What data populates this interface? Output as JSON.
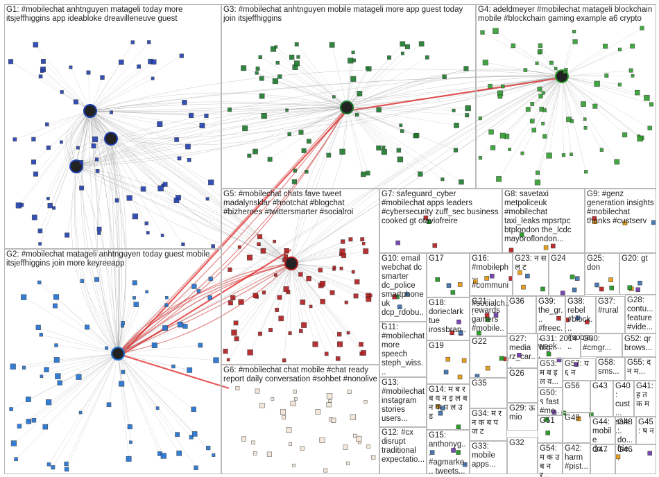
{
  "graph": {
    "groups": [
      {
        "id": "G1",
        "label": "G1: #mobilechat anhtnguyen matageli today more itsjeffhiggins app ideabloke dreavilleneuve guest",
        "color": "#1f3fb0"
      },
      {
        "id": "G2",
        "label": "G2: #mobilechat matageli anhtnguyen today guest mobile itsjeffhiggins join more keyreeapp",
        "color": "#1e6fd0"
      },
      {
        "id": "G3",
        "label": "G3: #mobilechat anhtnguyen mobile matageli more app guest today join itsjeffhiggins",
        "color": "#1a7a2a"
      },
      {
        "id": "G4",
        "label": "G4: adeldmeyer #mobilechat matageli blockchain mobile #blockchain gaming example a6 crypto",
        "color": "#2e9e2e"
      },
      {
        "id": "G5",
        "label": "G5: #mobilechat chats fave tweet madalynsklar #hootchat #blogchat #bizheroes #twittersmarter #socialroi",
        "color": "#b01c1c"
      },
      {
        "id": "G6",
        "label": "G6: #mobilechat chat mobile #chat ready report daily conversation #sohbet #nonolive",
        "color": "#d07020"
      },
      {
        "id": "G7",
        "label": "G7: safeguard_cyber #mobilechat apps leaders #cybersecurity zuff_sec business cooked gt otaviofreire",
        "color": "#e8a020"
      },
      {
        "id": "G8",
        "label": "G8: savetaxi metpoliceuk #mobilechat taxi_leaks mpsrtpc btplondon the_lcdc mayoroflondon...",
        "color": "#7a4ab0"
      },
      {
        "id": "G9",
        "label": "G9: #genz generation insights #mobilechat thanks #custserv",
        "color": "#4a7ab0"
      },
      {
        "id": "G10",
        "label": "G10: email webchat dc smarter dc_police smartphone uk dcp_rdobu...",
        "color": "#3b6bd6"
      },
      {
        "id": "G11",
        "label": "G11: #mobilechat more speech steph_wiss...",
        "color": "#888888"
      },
      {
        "id": "G12",
        "label": "G12: #cx disrupt traditional expectatio...",
        "color": "#888888"
      },
      {
        "id": "G13",
        "label": "G13: #mobilechat instagram stories users...",
        "color": "#888888"
      },
      {
        "id": "G14",
        "label": "G14: म ब र ब य न इ ल ब न क प ल उ ड",
        "color": "#c03030"
      },
      {
        "id": "G15",
        "label": "G15: anthonyg... #agmarke... tweets...",
        "color": "#888888"
      },
      {
        "id": "G16",
        "label": "G16: #mobileph... #communi... #socialch...",
        "color": "#888888"
      },
      {
        "id": "G17",
        "label": "G17",
        "color": "#888888"
      },
      {
        "id": "G18",
        "label": "G18: dorieclark tue irossbran...",
        "color": "#888888"
      },
      {
        "id": "G19",
        "label": "G19",
        "color": "#888888"
      },
      {
        "id": "G20",
        "label": "G20: gt",
        "color": "#888888"
      },
      {
        "id": "G21",
        "label": "G21: rewards gamers #mobile...",
        "color": "#888888"
      },
      {
        "id": "G22",
        "label": "G22",
        "color": "#888888"
      },
      {
        "id": "G23",
        "label": "G23: न स ल ट",
        "color": "#888888"
      },
      {
        "id": "G24",
        "label": "G24",
        "color": "#888888"
      },
      {
        "id": "G25",
        "label": "G25: don",
        "color": "#888888"
      },
      {
        "id": "G26",
        "label": "G26",
        "color": "#888888"
      },
      {
        "id": "G27",
        "label": "G27: media rz_car...",
        "color": "#888888"
      },
      {
        "id": "G28",
        "label": "G28: contu... feature #vide...",
        "color": "#888888"
      },
      {
        "id": "G29",
        "label": "G29: ऊ mio",
        "color": "#888888"
      },
      {
        "id": "G30",
        "label": "G30: #cmgr...",
        "color": "#888888"
      },
      {
        "id": "G31",
        "label": "G31: 2014 big...",
        "color": "#888888"
      },
      {
        "id": "G32",
        "label": "G32",
        "color": "#888888"
      },
      {
        "id": "G33",
        "label": "G33: mobile apps...",
        "color": "#888888"
      },
      {
        "id": "G34",
        "label": "G34: म र न क ब प ज ट",
        "color": "#888888"
      },
      {
        "id": "G35",
        "label": "G35",
        "color": "#888888"
      },
      {
        "id": "G36",
        "label": "G36",
        "color": "#888888"
      },
      {
        "id": "G37",
        "label": "G37: #rural",
        "color": "#888888"
      },
      {
        "id": "G38",
        "label": "G38: rebel #block... #socia...",
        "color": "#888888"
      },
      {
        "id": "G39",
        "label": "G39: the_gr... #freec... week...",
        "color": "#888888"
      },
      {
        "id": "G40",
        "label": "G40: cust... sale...",
        "color": "#888888"
      },
      {
        "id": "G41",
        "label": "G41: ह त क म",
        "color": "#888888"
      },
      {
        "id": "G42",
        "label": "G42: harm #pist...",
        "color": "#888888"
      },
      {
        "id": "G43",
        "label": "G43",
        "color": "#888888"
      },
      {
        "id": "G44",
        "label": "G44: mobile do...",
        "color": "#888888"
      },
      {
        "id": "G45",
        "label": "G45: ष न",
        "color": "#888888"
      },
      {
        "id": "G46",
        "label": "G46",
        "color": "#888888"
      },
      {
        "id": "G47",
        "label": "G47",
        "color": "#888888"
      },
      {
        "id": "G48",
        "label": "G48: do... frie...",
        "color": "#888888"
      },
      {
        "id": "G49",
        "label": "G49",
        "color": "#888888"
      },
      {
        "id": "G50",
        "label": "G50: ९ fast #mo...",
        "color": "#888888"
      },
      {
        "id": "G51",
        "label": "G51",
        "color": "#888888"
      },
      {
        "id": "G52",
        "label": "G52: qr brows...",
        "color": "#888888"
      },
      {
        "id": "G53",
        "label": "G53: म ब इ ल व...",
        "color": "#888888"
      },
      {
        "id": "G54",
        "label": "G54: म क उ ब न र...",
        "color": "#888888"
      },
      {
        "id": "G55",
        "label": "G55: द न म...",
        "color": "#888888"
      },
      {
        "id": "G56",
        "label": "G56",
        "color": "#888888"
      },
      {
        "id": "G57",
        "label": "G57: य ६ न",
        "color": "#888888"
      },
      {
        "id": "G58",
        "label": "G58: sms...",
        "color": "#888888"
      }
    ]
  }
}
